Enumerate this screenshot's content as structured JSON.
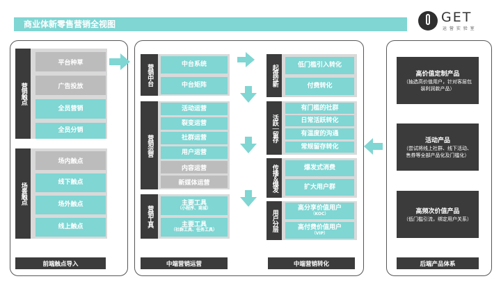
{
  "header": {
    "title": "商业体新零售营销全视图"
  },
  "logo": {
    "brand": "GET",
    "tagline": "运 营 实 验 室"
  },
  "front": {
    "touch_label": "营销触点",
    "touch_items": [
      "平台种草",
      "广告投放",
      "全员营销",
      "全员分销"
    ],
    "scene_label": "场景触点",
    "scene_items": [
      "场内触点",
      "线下触点",
      "场外触点",
      "线上触点"
    ],
    "footer": "前端触点导入"
  },
  "middle": {
    "platform_label": "营销中台",
    "platform_items": [
      "中台系统",
      "中台矩阵"
    ],
    "ops_label": "营销运营",
    "ops_items": [
      "活动运营",
      "裂变运营",
      "社群运营",
      "用户运营",
      "内容运营",
      "新媒体运营"
    ],
    "tools_label": "营销工具",
    "tools": [
      {
        "title": "主要工具",
        "sub": "（小程序、商城）"
      },
      {
        "title": "主要工具",
        "sub": "（社群工具、任务工具）"
      }
    ],
    "footer": "中端营销运营"
  },
  "conversion": {
    "groups": [
      {
        "label": "起盘拉新",
        "items": [
          "低门槛引入转化",
          "付费转化"
        ]
      },
      {
        "label": "活跃｜留存",
        "items": [
          "有门槛的社群",
          "日常活跃转化",
          "有温度的沟通",
          "常规留存转化"
        ]
      },
      {
        "label": "传播＆爆发",
        "items": [
          "爆发式消费",
          "扩大用户群"
        ]
      },
      {
        "label": "用户分层",
        "items": [
          {
            "title": "高分享价值用户",
            "sub": "（KOC）"
          },
          {
            "title": "高付费价值用户",
            "sub": "（VIP）"
          }
        ]
      }
    ],
    "footer": "中端营销转化"
  },
  "products": {
    "items": [
      {
        "title": "高价值定制产品",
        "desc": "（抽选高价值用户，针对客层包装利润款产品）"
      },
      {
        "title": "活动产品",
        "desc": "（尝试将线上社群、线下活动、售券等全部产品化及门槛化）"
      },
      {
        "title": "高频次价值产品",
        "desc": "（低门槛引流，绑定用户关系）"
      }
    ],
    "footer": "后端产品体系"
  },
  "colors": {
    "teal": "#7fd6d3",
    "dark": "#3b3b3b",
    "gray": "#bcbcbc",
    "light": "#d9d9d9"
  }
}
